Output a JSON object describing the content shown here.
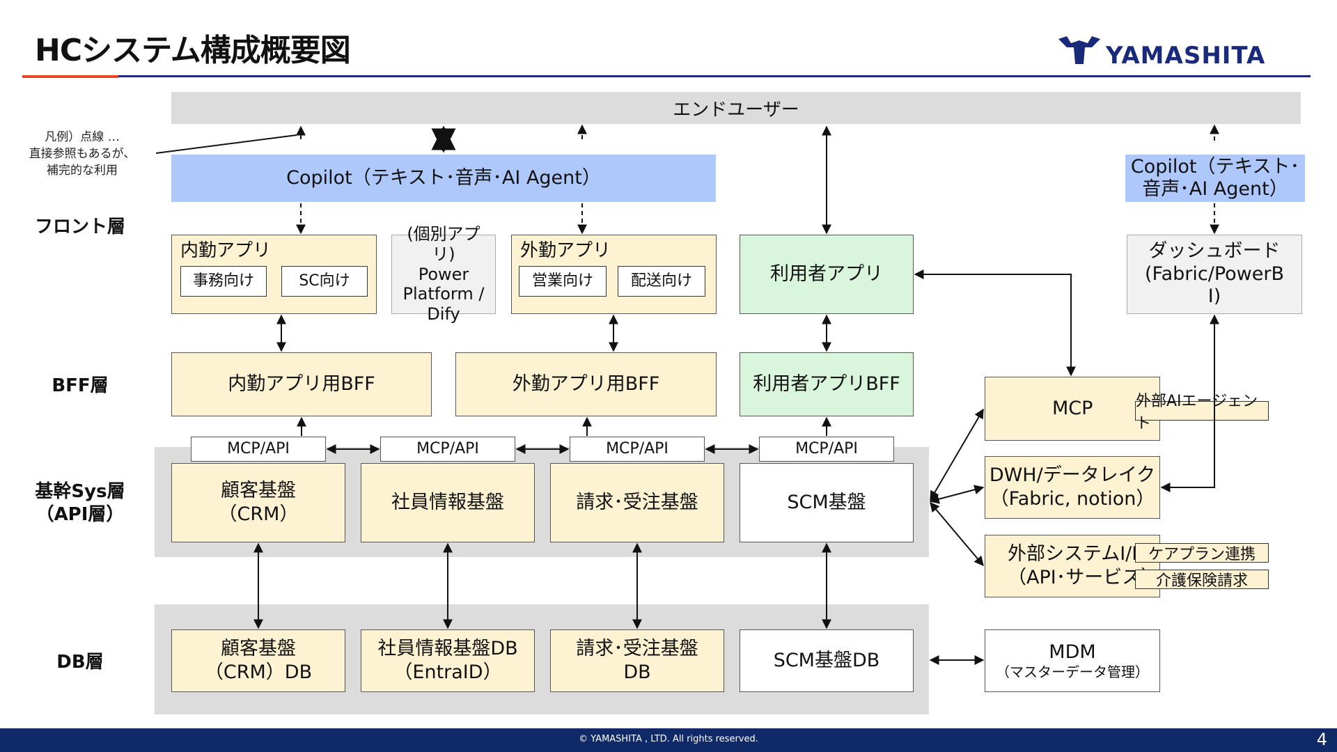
{
  "title": "HCシステム構成概要図",
  "logo_text": "YAMASHITA",
  "colors": {
    "accent_red": "#e8472b",
    "brand_navy": "#1a2a7a",
    "footer": "#0f2a66",
    "yellow": "#fdf3d2",
    "green": "#d9f6dc",
    "copilot_blue": "#aec8fb",
    "band_grey": "#dcdcdc"
  },
  "end_user": "エンドユーザー",
  "legend": [
    "凡例）点線 …",
    "直接参照もあるが、",
    "補完的な利用"
  ],
  "layers": {
    "front": "フロント層",
    "bff": "BFF層",
    "core_line1": "基幹Sys層",
    "core_line2": "（API層）",
    "db": "DB層"
  },
  "copilot_main": "Copilot（テキスト･音声･AI Agent）",
  "copilot_right": [
    "Copilot（テキスト･",
    "音声･AI Agent）"
  ],
  "front": {
    "internal_app": "内勤アプリ",
    "internal_sub": [
      "事務向け",
      "SC向け"
    ],
    "individual_app": [
      "(個別アプ",
      "リ)",
      "Power",
      "Platform /",
      "Dify"
    ],
    "external_app": "外勤アプリ",
    "external_sub": [
      "営業向け",
      "配送向け"
    ],
    "user_app": "利用者アプリ",
    "dashboard": [
      "ダッシュボード",
      "(Fabric/PowerB",
      "I)"
    ]
  },
  "bff": {
    "internal": "内勤アプリ用BFF",
    "external": "外勤アプリ用BFF",
    "user": "利用者アプリBFF"
  },
  "mcp_api": [
    "MCP/API",
    "MCP/API",
    "MCP/API",
    "MCP/API"
  ],
  "core": {
    "crm": [
      "顧客基盤",
      "（CRM）"
    ],
    "employee": "社員情報基盤",
    "billing": "請求･受注基盤",
    "scm": "SCM基盤"
  },
  "db": {
    "crm": [
      "顧客基盤",
      "（CRM）DB"
    ],
    "employee": [
      "社員情報基盤DB",
      "（EntraID）"
    ],
    "billing": [
      "請求･受注基盤",
      "DB"
    ],
    "scm": "SCM基盤DB"
  },
  "right": {
    "mcp": "MCP",
    "ext_ai": "外部AIエージェント",
    "dwh": [
      "DWH/データレイク",
      "（Fabric, notion）"
    ],
    "ext_sys": [
      "外部システムI/F",
      "（API･サービス）"
    ],
    "care_plan": "ケアプラン連携",
    "care_insurance": "介護保険請求",
    "mdm": "MDM",
    "mdm_sub": "（マスターデータ管理）"
  },
  "footer": {
    "copyright": "©  YAMASHITA , LTD.  All rights reserved.",
    "page": "4"
  }
}
